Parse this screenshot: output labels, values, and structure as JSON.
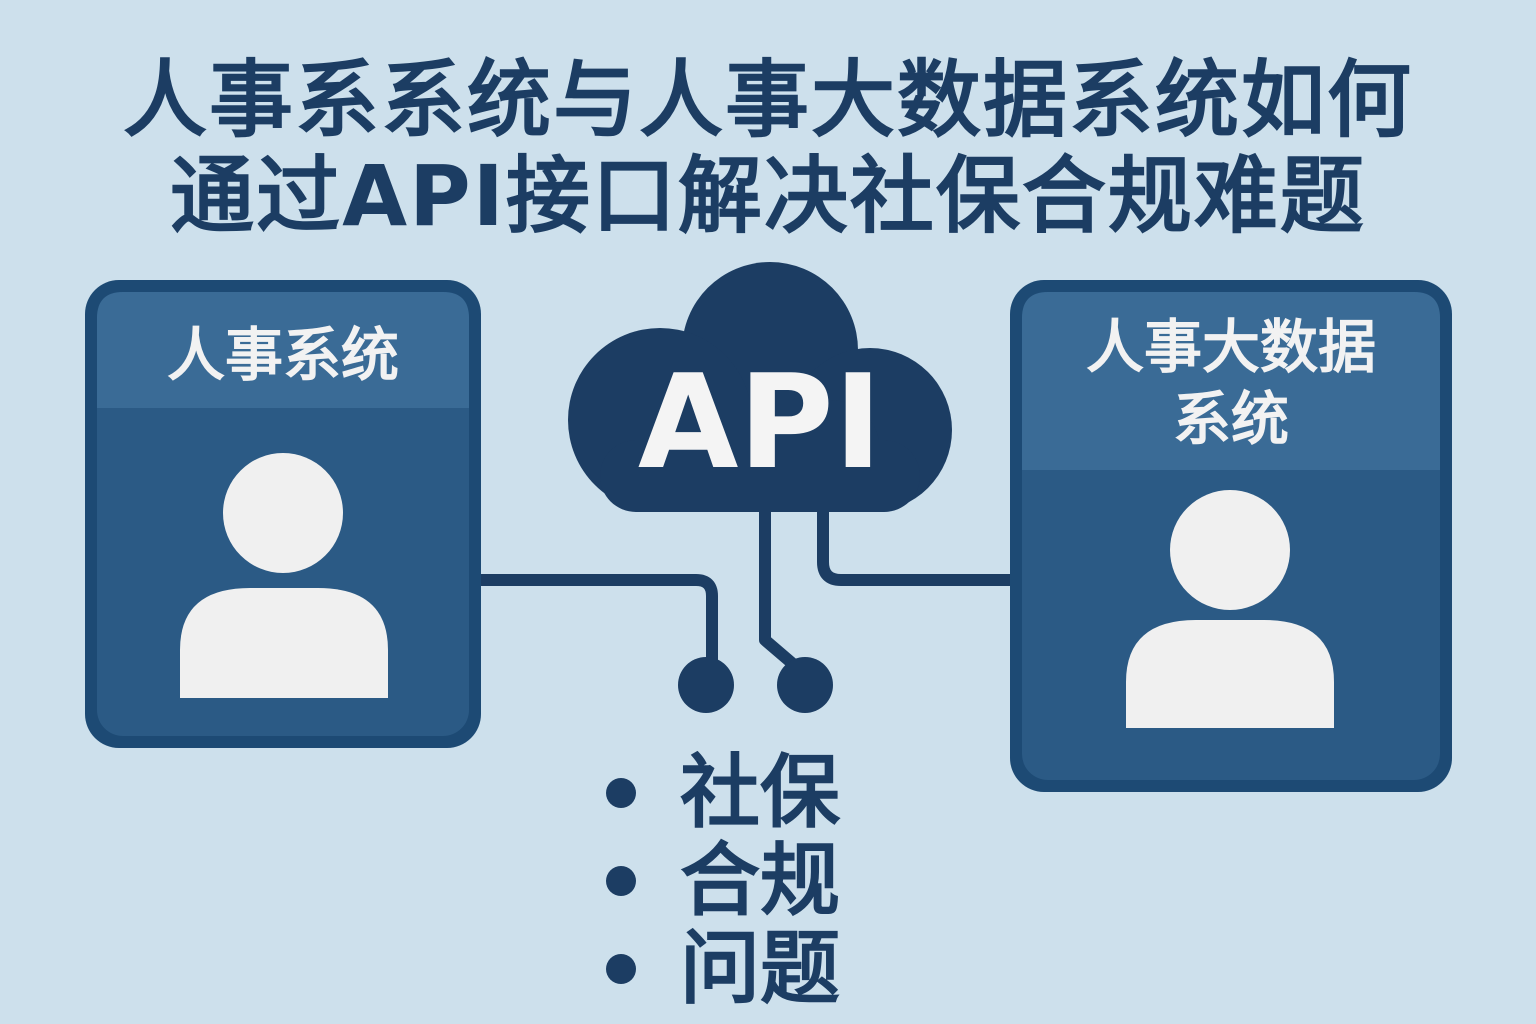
{
  "title": {
    "line1": "人事系系统与人事大数据系统如何",
    "line2": "通过API接口解决社保合规难题"
  },
  "left_box": {
    "label": "人事系统",
    "icon": "user-icon"
  },
  "right_box": {
    "label_line1": "人事大数据",
    "label_line2": "系统",
    "icon": "user-icon"
  },
  "cloud": {
    "label": "API",
    "icon": "cloud-icon"
  },
  "bullets": [
    "社保",
    "合规",
    "问题"
  ],
  "colors": {
    "background": "#cde0ec",
    "navy": "#1c3d63",
    "box_border": "#1d4a74",
    "box_header": "#3a6b96",
    "box_body": "#2b5a85"
  }
}
